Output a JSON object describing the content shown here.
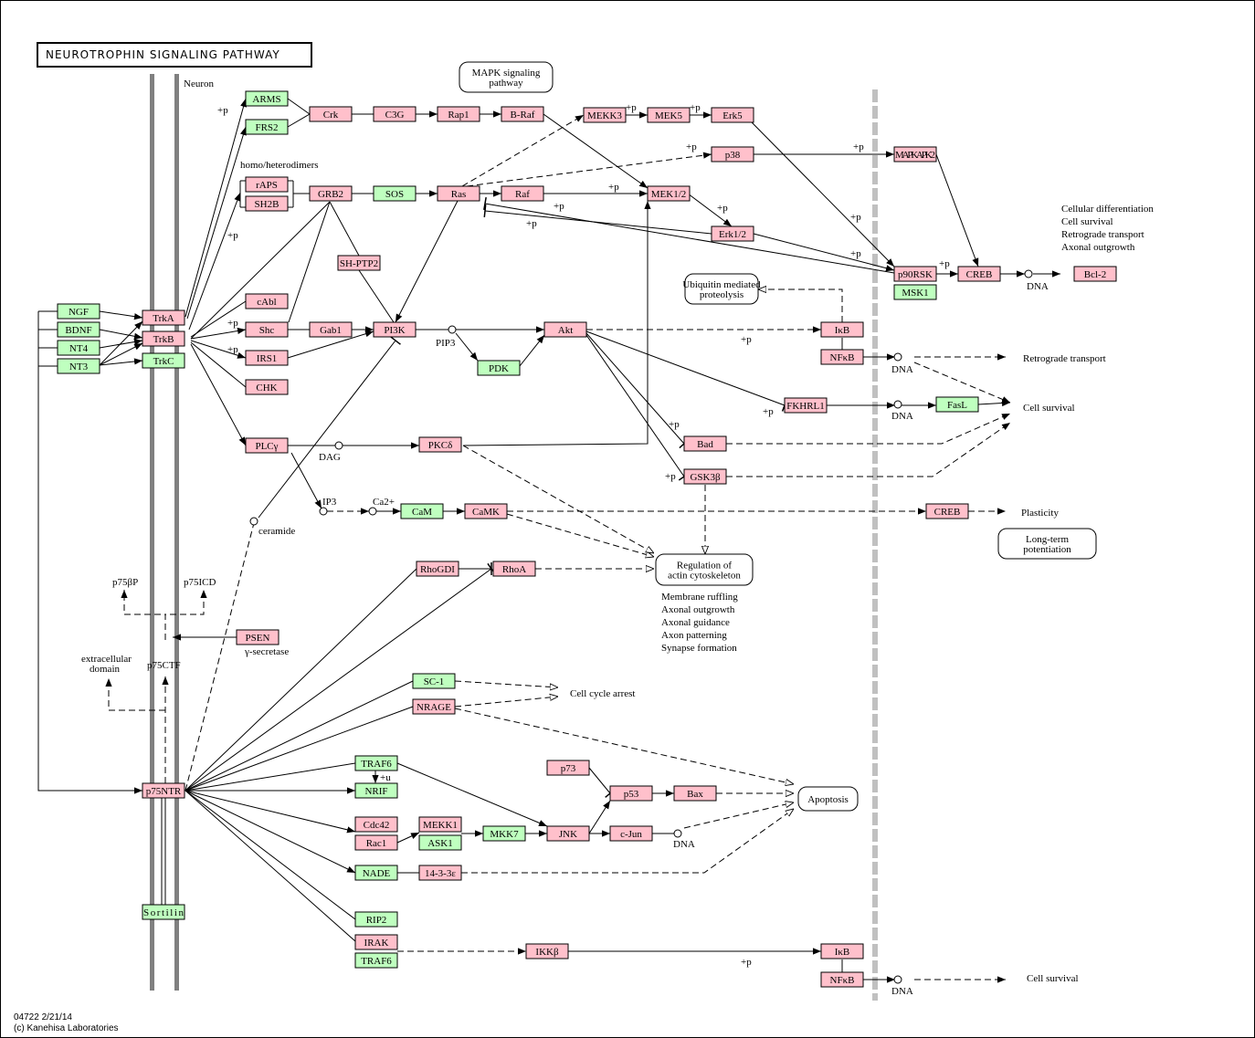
{
  "title": "NEUROTROPHIN SIGNALING PATHWAY",
  "footer": {
    "line1": "04722 2/21/14",
    "line2": "(c) Kanehisa Laboratories"
  },
  "colors": {
    "gene_green": "#bfffbf",
    "gene_pink": "#ffc0cb",
    "membrane": "#808080",
    "nuclear_membrane": "#c0c0c0"
  },
  "nodes": [
    {
      "id": "ARMS",
      "label": "ARMS",
      "kind": "green"
    },
    {
      "id": "FRS2",
      "label": "FRS2",
      "kind": "green"
    },
    {
      "id": "Crk",
      "label": "Crk",
      "kind": "pink"
    },
    {
      "id": "C3G",
      "label": "C3G",
      "kind": "pink"
    },
    {
      "id": "Rap1",
      "label": "Rap1",
      "kind": "pink"
    },
    {
      "id": "BRaf",
      "label": "B-Raf",
      "kind": "pink"
    },
    {
      "id": "MEKK3",
      "label": "MEKK3",
      "kind": "pink"
    },
    {
      "id": "MEK5",
      "label": "MEK5",
      "kind": "pink"
    },
    {
      "id": "Erk5",
      "label": "Erk5",
      "kind": "pink"
    },
    {
      "id": "p38",
      "label": "p38",
      "kind": "pink"
    },
    {
      "id": "MAPKAPK2",
      "label": "MAPKAPK2",
      "kind": "pink"
    },
    {
      "id": "rAPS",
      "label": "rAPS",
      "kind": "pink"
    },
    {
      "id": "SH2B",
      "label": "SH2B",
      "kind": "pink"
    },
    {
      "id": "GRB2",
      "label": "GRB2",
      "kind": "pink"
    },
    {
      "id": "SOS",
      "label": "SOS",
      "kind": "green"
    },
    {
      "id": "Ras",
      "label": "Ras",
      "kind": "pink"
    },
    {
      "id": "Raf",
      "label": "Raf",
      "kind": "pink"
    },
    {
      "id": "MEK12",
      "label": "MEK1/2",
      "kind": "pink"
    },
    {
      "id": "Erk12",
      "label": "Erk1/2",
      "kind": "pink"
    },
    {
      "id": "SHPTP2",
      "label": "SH-PTP2",
      "kind": "pink"
    },
    {
      "id": "cAbl",
      "label": "cAbl",
      "kind": "pink"
    },
    {
      "id": "Shc",
      "label": "Shc",
      "kind": "pink"
    },
    {
      "id": "Gab1",
      "label": "Gab1",
      "kind": "pink"
    },
    {
      "id": "PI3K",
      "label": "PI3K",
      "kind": "pink"
    },
    {
      "id": "Akt",
      "label": "Akt",
      "kind": "pink"
    },
    {
      "id": "PDK",
      "label": "PDK",
      "kind": "green"
    },
    {
      "id": "IRS1",
      "label": "IRS1",
      "kind": "pink"
    },
    {
      "id": "CHK",
      "label": "CHK",
      "kind": "pink"
    },
    {
      "id": "NGF",
      "label": "NGF",
      "kind": "green"
    },
    {
      "id": "BDNF",
      "label": "BDNF",
      "kind": "green"
    },
    {
      "id": "NT4",
      "label": "NT4",
      "kind": "green"
    },
    {
      "id": "NT3",
      "label": "NT3",
      "kind": "green"
    },
    {
      "id": "TrkA",
      "label": "TrkA",
      "kind": "pink"
    },
    {
      "id": "TrkB",
      "label": "TrkB",
      "kind": "pink"
    },
    {
      "id": "TrkC",
      "label": "TrkC",
      "kind": "green"
    },
    {
      "id": "PLCg",
      "label": "PLCγ",
      "kind": "pink"
    },
    {
      "id": "PKCd",
      "label": "PKCδ",
      "kind": "pink"
    },
    {
      "id": "CaM",
      "label": "CaM",
      "kind": "green"
    },
    {
      "id": "CaMK",
      "label": "CaMK",
      "kind": "pink"
    },
    {
      "id": "RhoGDI",
      "label": "RhoGDI",
      "kind": "pink"
    },
    {
      "id": "RhoA",
      "label": "RhoA",
      "kind": "pink"
    },
    {
      "id": "IkB1",
      "label": "IκB",
      "kind": "pink"
    },
    {
      "id": "NFkB1",
      "label": "NFκB",
      "kind": "pink"
    },
    {
      "id": "FKHRL1",
      "label": "FKHRL1",
      "kind": "pink"
    },
    {
      "id": "FasL",
      "label": "FasL",
      "kind": "green"
    },
    {
      "id": "Bad",
      "label": "Bad",
      "kind": "pink"
    },
    {
      "id": "GSK3b",
      "label": "GSK3β",
      "kind": "pink"
    },
    {
      "id": "CREB2",
      "label": "CREB",
      "kind": "pink"
    },
    {
      "id": "p90RSK",
      "label": "p90RSK",
      "kind": "pink"
    },
    {
      "id": "MSK1",
      "label": "MSK1",
      "kind": "green"
    },
    {
      "id": "CREB",
      "label": "CREB",
      "kind": "pink"
    },
    {
      "id": "Bcl2",
      "label": "Bcl-2",
      "kind": "pink"
    },
    {
      "id": "PSEN",
      "label": "PSEN",
      "kind": "pink"
    },
    {
      "id": "SC1",
      "label": "SC-1",
      "kind": "green"
    },
    {
      "id": "NRAGE",
      "label": "NRAGE",
      "kind": "pink"
    },
    {
      "id": "TRAF6a",
      "label": "TRAF6",
      "kind": "green"
    },
    {
      "id": "NRIF",
      "label": "NRIF",
      "kind": "green"
    },
    {
      "id": "p75NTR",
      "label": "p75NTR",
      "kind": "pink"
    },
    {
      "id": "p73",
      "label": "p73",
      "kind": "pink"
    },
    {
      "id": "p53",
      "label": "p53",
      "kind": "pink"
    },
    {
      "id": "Bax",
      "label": "Bax",
      "kind": "pink"
    },
    {
      "id": "Cdc42",
      "label": "Cdc42",
      "kind": "pink"
    },
    {
      "id": "Rac1",
      "label": "Rac1",
      "kind": "pink"
    },
    {
      "id": "MEKK1",
      "label": "MEKK1",
      "kind": "pink"
    },
    {
      "id": "ASK1",
      "label": "ASK1",
      "kind": "green"
    },
    {
      "id": "MKK7",
      "label": "MKK7",
      "kind": "green"
    },
    {
      "id": "JNK",
      "label": "JNK",
      "kind": "pink"
    },
    {
      "id": "cJun",
      "label": "c-Jun",
      "kind": "pink"
    },
    {
      "id": "NADE",
      "label": "NADE",
      "kind": "green"
    },
    {
      "id": "p1433e",
      "label": "14-3-3ε",
      "kind": "pink"
    },
    {
      "id": "Sortilin",
      "label": "Sortilin",
      "kind": "green"
    },
    {
      "id": "RIP2",
      "label": "RIP2",
      "kind": "green"
    },
    {
      "id": "IRAK",
      "label": "IRAK",
      "kind": "pink"
    },
    {
      "id": "TRAF6b",
      "label": "TRAF6",
      "kind": "green"
    },
    {
      "id": "IKKb",
      "label": "IKKβ",
      "kind": "pink"
    },
    {
      "id": "IkB2",
      "label": "IκB",
      "kind": "pink"
    },
    {
      "id": "NFkB2",
      "label": "NFκB",
      "kind": "pink"
    }
  ],
  "maps": [
    {
      "id": "mapk",
      "lines": [
        "MAPK signaling",
        "pathway"
      ]
    },
    {
      "id": "ubiq",
      "lines": [
        "Ubiquitin mediated",
        "proteolysis"
      ]
    },
    {
      "id": "actin",
      "lines": [
        "Regulation of",
        "actin cytoskeleton"
      ]
    },
    {
      "id": "apoptosis",
      "lines": [
        "Apoptosis"
      ]
    },
    {
      "id": "ltp",
      "lines": [
        "Long-term",
        "potentiation"
      ]
    }
  ],
  "labels": [
    {
      "id": "neuron",
      "text": "Neuron"
    },
    {
      "id": "homo",
      "text": "homo/heterodimers"
    },
    {
      "id": "pip3",
      "text": "PIP3"
    },
    {
      "id": "dag",
      "text": "DAG"
    },
    {
      "id": "ip3",
      "text": "IP3"
    },
    {
      "id": "ca",
      "text": "Ca2+"
    },
    {
      "id": "ceramide",
      "text": "ceramide"
    },
    {
      "id": "p75bp",
      "text": "p75βP"
    },
    {
      "id": "p75icd",
      "text": "p75ICD"
    },
    {
      "id": "p75ctf",
      "text": "p75CTF"
    },
    {
      "id": "extra1",
      "text": "extracellular"
    },
    {
      "id": "extra2",
      "text": "domain"
    },
    {
      "id": "gsec",
      "text": "γ-secretase"
    },
    {
      "id": "dna1",
      "text": "DNA"
    },
    {
      "id": "dna2",
      "text": "DNA"
    },
    {
      "id": "dna3",
      "text": "DNA"
    },
    {
      "id": "dna4",
      "text": "DNA"
    },
    {
      "id": "dna5",
      "text": "DNA"
    },
    {
      "id": "out1",
      "text": "Cellular differentiation"
    },
    {
      "id": "out2",
      "text": "Cell survival"
    },
    {
      "id": "out3",
      "text": "Retrograde transport"
    },
    {
      "id": "out4",
      "text": "Axonal outgrowth"
    },
    {
      "id": "retro",
      "text": "Retrograde transport"
    },
    {
      "id": "surv1",
      "text": "Cell survival"
    },
    {
      "id": "plast",
      "text": "Plasticity"
    },
    {
      "id": "cca",
      "text": "Cell cycle arrest"
    },
    {
      "id": "surv2",
      "text": "Cell survival"
    },
    {
      "id": "act1",
      "text": "Membrane ruffling"
    },
    {
      "id": "act2",
      "text": "Axonal outgrowth"
    },
    {
      "id": "act3",
      "text": "Axonal guidance"
    },
    {
      "id": "act4",
      "text": "Axon patterning"
    },
    {
      "id": "act5",
      "text": "Synapse formation"
    },
    {
      "id": "u",
      "text": "+u"
    }
  ],
  "phospho_label": "+p"
}
